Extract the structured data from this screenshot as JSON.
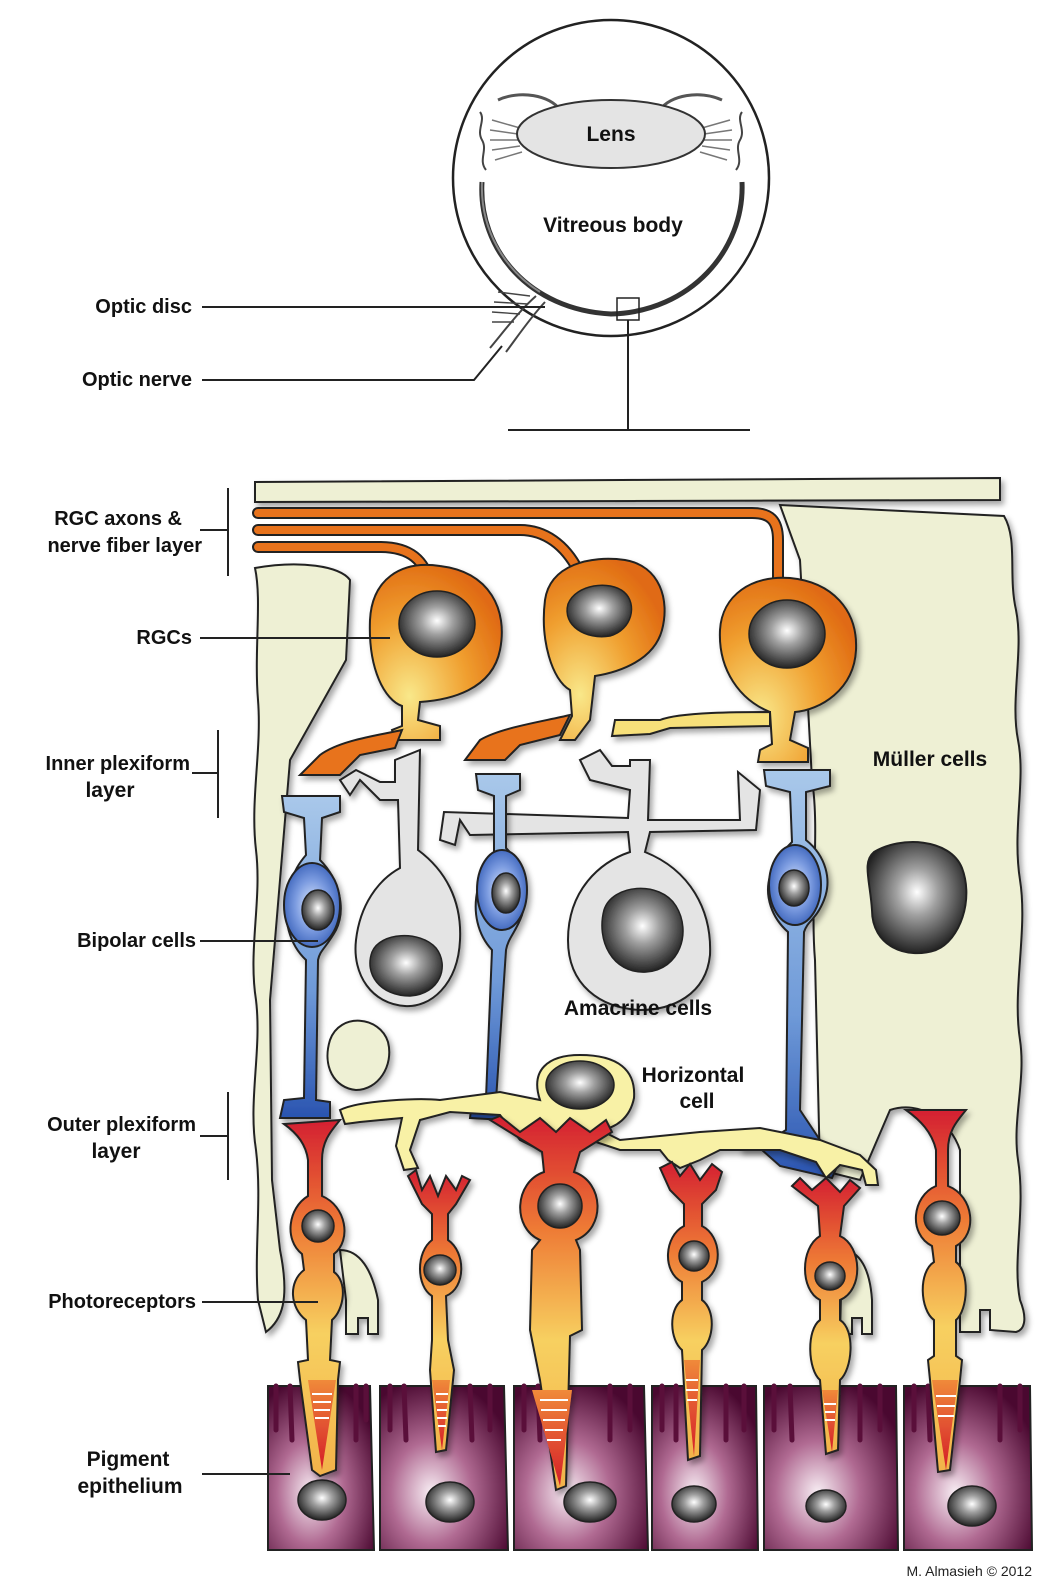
{
  "labels": {
    "lens": "Lens",
    "vitreous_body": "Vitreous body",
    "optic_disc": "Optic disc",
    "optic_nerve": "Optic nerve",
    "rgc_axons_line1": "RGC axons &",
    "rgc_axons_line2": "nerve fiber layer",
    "rgcs": "RGCs",
    "inner_plexiform_line1": "Inner plexiform",
    "inner_plexiform_line2": "layer",
    "muller_cells": "Müller cells",
    "bipolar_cells": "Bipolar cells",
    "amacrine_cells": "Amacrine cells",
    "horizontal_line1": "Horizontal",
    "horizontal_line2": "cell",
    "outer_plexiform_line1": "Outer plexiform",
    "outer_plexiform_line2": "layer",
    "photoreceptors": "Photoreceptors",
    "pigment_line1": "Pigment",
    "pigment_line2": "epithelium"
  },
  "credit": "M. Almasieh © 2012",
  "colors": {
    "muller": "#eef0d4",
    "rgc_orange": "#e8731c",
    "rgc_yellow": "#f7e07a",
    "bipolar_blue": "#2f5fb8",
    "amacrine_gray": "#e2e2e2",
    "horizontal_yellow": "#f8f1a6",
    "photoreceptor_red": "#d42030",
    "pigment_purple": "#5a0f3a",
    "outline": "#222222"
  }
}
